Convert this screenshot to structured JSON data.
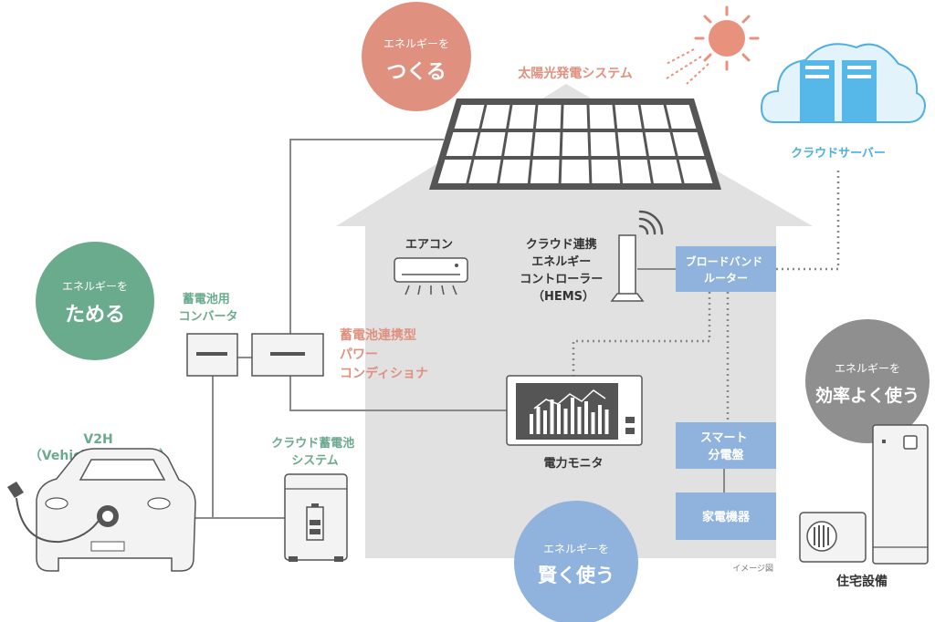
{
  "circles": {
    "create": {
      "small": "エネルギーを",
      "big": "つくる",
      "color": "#e0907e"
    },
    "store": {
      "small": "エネルギーを",
      "big": "ためる",
      "color": "#6aab8e"
    },
    "efficient": {
      "small": "エネルギーを",
      "big": "効率よく使う",
      "color": "#8f8f8f"
    },
    "smart": {
      "small": "エネルギーを",
      "big": "賢く使う",
      "color": "#8fb3dc"
    }
  },
  "labels": {
    "solar": "太陽光発電システム",
    "cloud_server": "クラウドサーバー",
    "aircon": "エアコン",
    "hems": [
      "クラウド連携",
      "エネルギー",
      "コントローラー",
      "（HEMS）"
    ],
    "router": [
      "ブロードバンド",
      "ルーター"
    ],
    "converter": [
      "蓄電池用",
      "コンバータ"
    ],
    "pcs": [
      "蓄電池連携型",
      "パワー",
      "コンディショナ"
    ],
    "v2h": [
      "V2H",
      "（Vehicle to Home）"
    ],
    "battery": [
      "クラウド蓄電池",
      "システム"
    ],
    "monitor": "電力モニタ",
    "smart_panel": [
      "スマート",
      "分電盤"
    ],
    "appliances": "家電機器",
    "housing": "住宅設備",
    "image_note": "イメージ図"
  },
  "colors": {
    "orange": "#e0907e",
    "green": "#6aab8e",
    "blue_text": "#4fb0e0",
    "blue_box": "#8fb3dc",
    "house": "#e1e1e1",
    "line": "#888888"
  }
}
